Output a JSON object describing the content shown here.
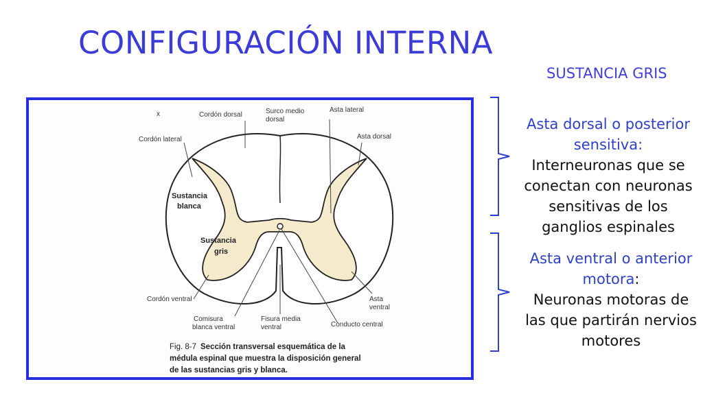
{
  "title": "CONFIGURACIÓN INTERNA",
  "section_label": "SUSTANCIA GRIS",
  "figure": {
    "labels": {
      "cordon_dorsal": "Cordón dorsal",
      "surco_medio_1": "Surco medio",
      "surco_medio_2": "dorsal",
      "asta_lateral": "Asta lateral",
      "asta_dorsal": "Asta dorsal",
      "cordon_lateral": "Cordón lateral",
      "sust_blanca_1": "Sustancia",
      "sust_blanca_2": "blanca",
      "sust_gris_1": "Sustancia",
      "sust_gris_2": "gris",
      "cordon_ventral": "Cordón ventral",
      "asta_ventral_1": "Asta",
      "asta_ventral_2": "ventral",
      "comisura_1": "Comisura",
      "comisura_2": "blanca ventral",
      "fisura_1": "Fisura media",
      "fisura_2": "ventral",
      "conducto": "Conducto central",
      "mark": "x"
    },
    "caption": {
      "fig": "Fig. 8-7",
      "line1": "Sección transversal esquemática de la",
      "line2": "médula espinal que muestra la disposición general",
      "line3": "de las sustancias gris y blanca."
    }
  },
  "dorsal": {
    "heading_1": "Asta dorsal o posterior",
    "heading_2": "sensitiva",
    "colon": ":",
    "body_1": "Interneuronas que se",
    "body_2": "conectan con neuronas",
    "body_3": "sensitivas de los",
    "body_4": "ganglios espinales"
  },
  "ventral": {
    "heading_1": "Asta ventral o anterior",
    "heading_2": "motora",
    "colon": ":",
    "body_1": "Neuronas motoras de",
    "body_2": "las que partirán nervios",
    "body_3": "motores"
  },
  "colors": {
    "accent": "#3b3bd6",
    "frame": "#2430e0",
    "gray_matter": "#f5ebcc"
  }
}
